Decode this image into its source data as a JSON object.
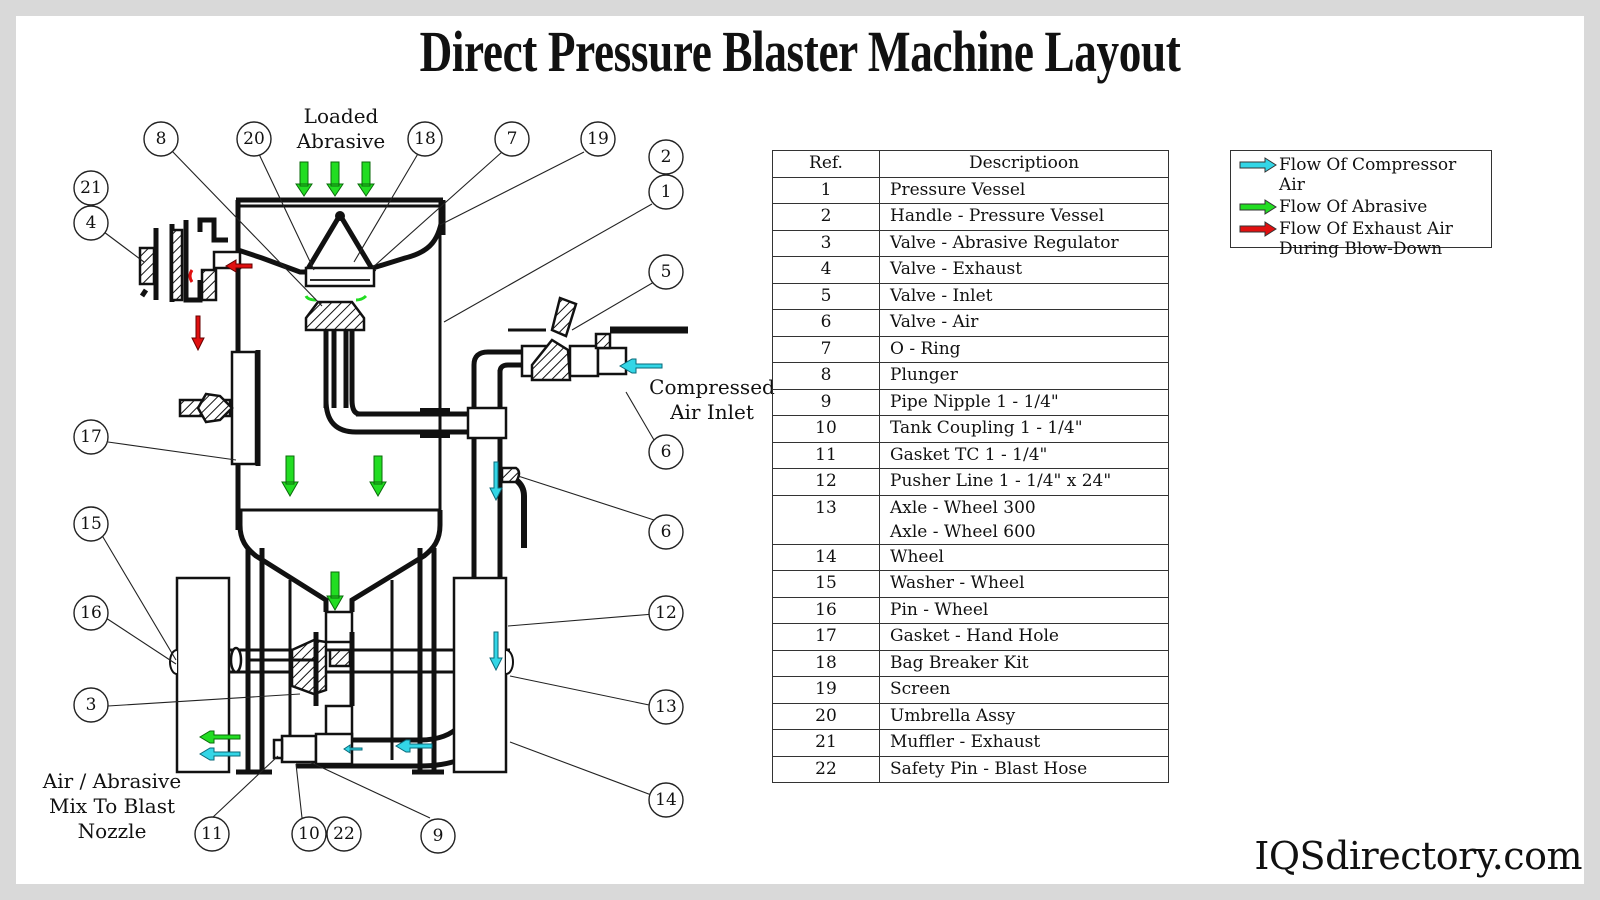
{
  "title": "Direct Pressure Blaster Machine Layout",
  "brand": "IQSdirectory.com",
  "colors": {
    "compressor_air": "#33d6e6",
    "abrasive": "#22dd22",
    "exhaust_air": "#e01010",
    "outer_frame": "#d9d9d9"
  },
  "annotations": {
    "loaded_abrasive": [
      "Loaded",
      "Abrasive"
    ],
    "compressed_air_inlet": [
      "Compressed",
      "Air Inlet"
    ],
    "blast_nozzle": [
      "Air / Abrasive",
      "Mix To Blast",
      "Nozzle"
    ]
  },
  "callouts": [
    {
      "id": "c8",
      "label": "8"
    },
    {
      "id": "c20",
      "label": "20"
    },
    {
      "id": "c18",
      "label": "18"
    },
    {
      "id": "c7",
      "label": "7"
    },
    {
      "id": "c19",
      "label": "19"
    },
    {
      "id": "c2",
      "label": "2"
    },
    {
      "id": "c1",
      "label": "1"
    },
    {
      "id": "c21",
      "label": "21"
    },
    {
      "id": "c4",
      "label": "4"
    },
    {
      "id": "c5",
      "label": "5"
    },
    {
      "id": "c6a",
      "label": "6"
    },
    {
      "id": "c6b",
      "label": "6"
    },
    {
      "id": "c17",
      "label": "17"
    },
    {
      "id": "c15",
      "label": "15"
    },
    {
      "id": "c16",
      "label": "16"
    },
    {
      "id": "c12",
      "label": "12"
    },
    {
      "id": "c3",
      "label": "3"
    },
    {
      "id": "c13",
      "label": "13"
    },
    {
      "id": "c14",
      "label": "14"
    },
    {
      "id": "c11",
      "label": "11"
    },
    {
      "id": "c10",
      "label": "10"
    },
    {
      "id": "c22",
      "label": "22"
    },
    {
      "id": "c9",
      "label": "9"
    }
  ],
  "table": {
    "headers": [
      "Ref.",
      "Descriptioon"
    ],
    "rows": [
      {
        "ref": "1",
        "desc": [
          "Pressure Vessel"
        ]
      },
      {
        "ref": "2",
        "desc": [
          "Handle - Pressure Vessel"
        ]
      },
      {
        "ref": "3",
        "desc": [
          "Valve - Abrasive Regulator"
        ]
      },
      {
        "ref": "4",
        "desc": [
          "Valve - Exhaust"
        ]
      },
      {
        "ref": "5",
        "desc": [
          "Valve - Inlet"
        ]
      },
      {
        "ref": "6",
        "desc": [
          "Valve - Air"
        ]
      },
      {
        "ref": "7",
        "desc": [
          "O - Ring"
        ]
      },
      {
        "ref": "8",
        "desc": [
          "Plunger"
        ]
      },
      {
        "ref": "9",
        "desc": [
          "Pipe Nipple 1 - 1/4\""
        ]
      },
      {
        "ref": "10",
        "desc": [
          "Tank Coupling 1 - 1/4\""
        ]
      },
      {
        "ref": "11",
        "desc": [
          "Gasket TC 1 - 1/4\""
        ]
      },
      {
        "ref": "12",
        "desc": [
          "Pusher Line 1 - 1/4\" x 24\""
        ]
      },
      {
        "ref": "13",
        "desc": [
          "Axle - Wheel 300",
          "Axle - Wheel 600"
        ]
      },
      {
        "ref": "14",
        "desc": [
          "Wheel"
        ]
      },
      {
        "ref": "15",
        "desc": [
          "Washer - Wheel"
        ]
      },
      {
        "ref": "16",
        "desc": [
          "Pin - Wheel"
        ]
      },
      {
        "ref": "17",
        "desc": [
          "Gasket - Hand Hole"
        ]
      },
      {
        "ref": "18",
        "desc": [
          "Bag Breaker Kit"
        ]
      },
      {
        "ref": "19",
        "desc": [
          "Screen"
        ]
      },
      {
        "ref": "20",
        "desc": [
          "Umbrella Assy"
        ]
      },
      {
        "ref": "21",
        "desc": [
          "Muffler - Exhaust"
        ]
      },
      {
        "ref": "22",
        "desc": [
          "Safety Pin - Blast Hose"
        ]
      }
    ]
  },
  "legend": [
    {
      "key": "compressor_air",
      "label": "Flow Of Compressor Air"
    },
    {
      "key": "abrasive",
      "label": "Flow Of Abrasive"
    },
    {
      "key": "exhaust_air",
      "label": "Flow Of Exhaust Air\nDuring Blow-Down"
    }
  ]
}
